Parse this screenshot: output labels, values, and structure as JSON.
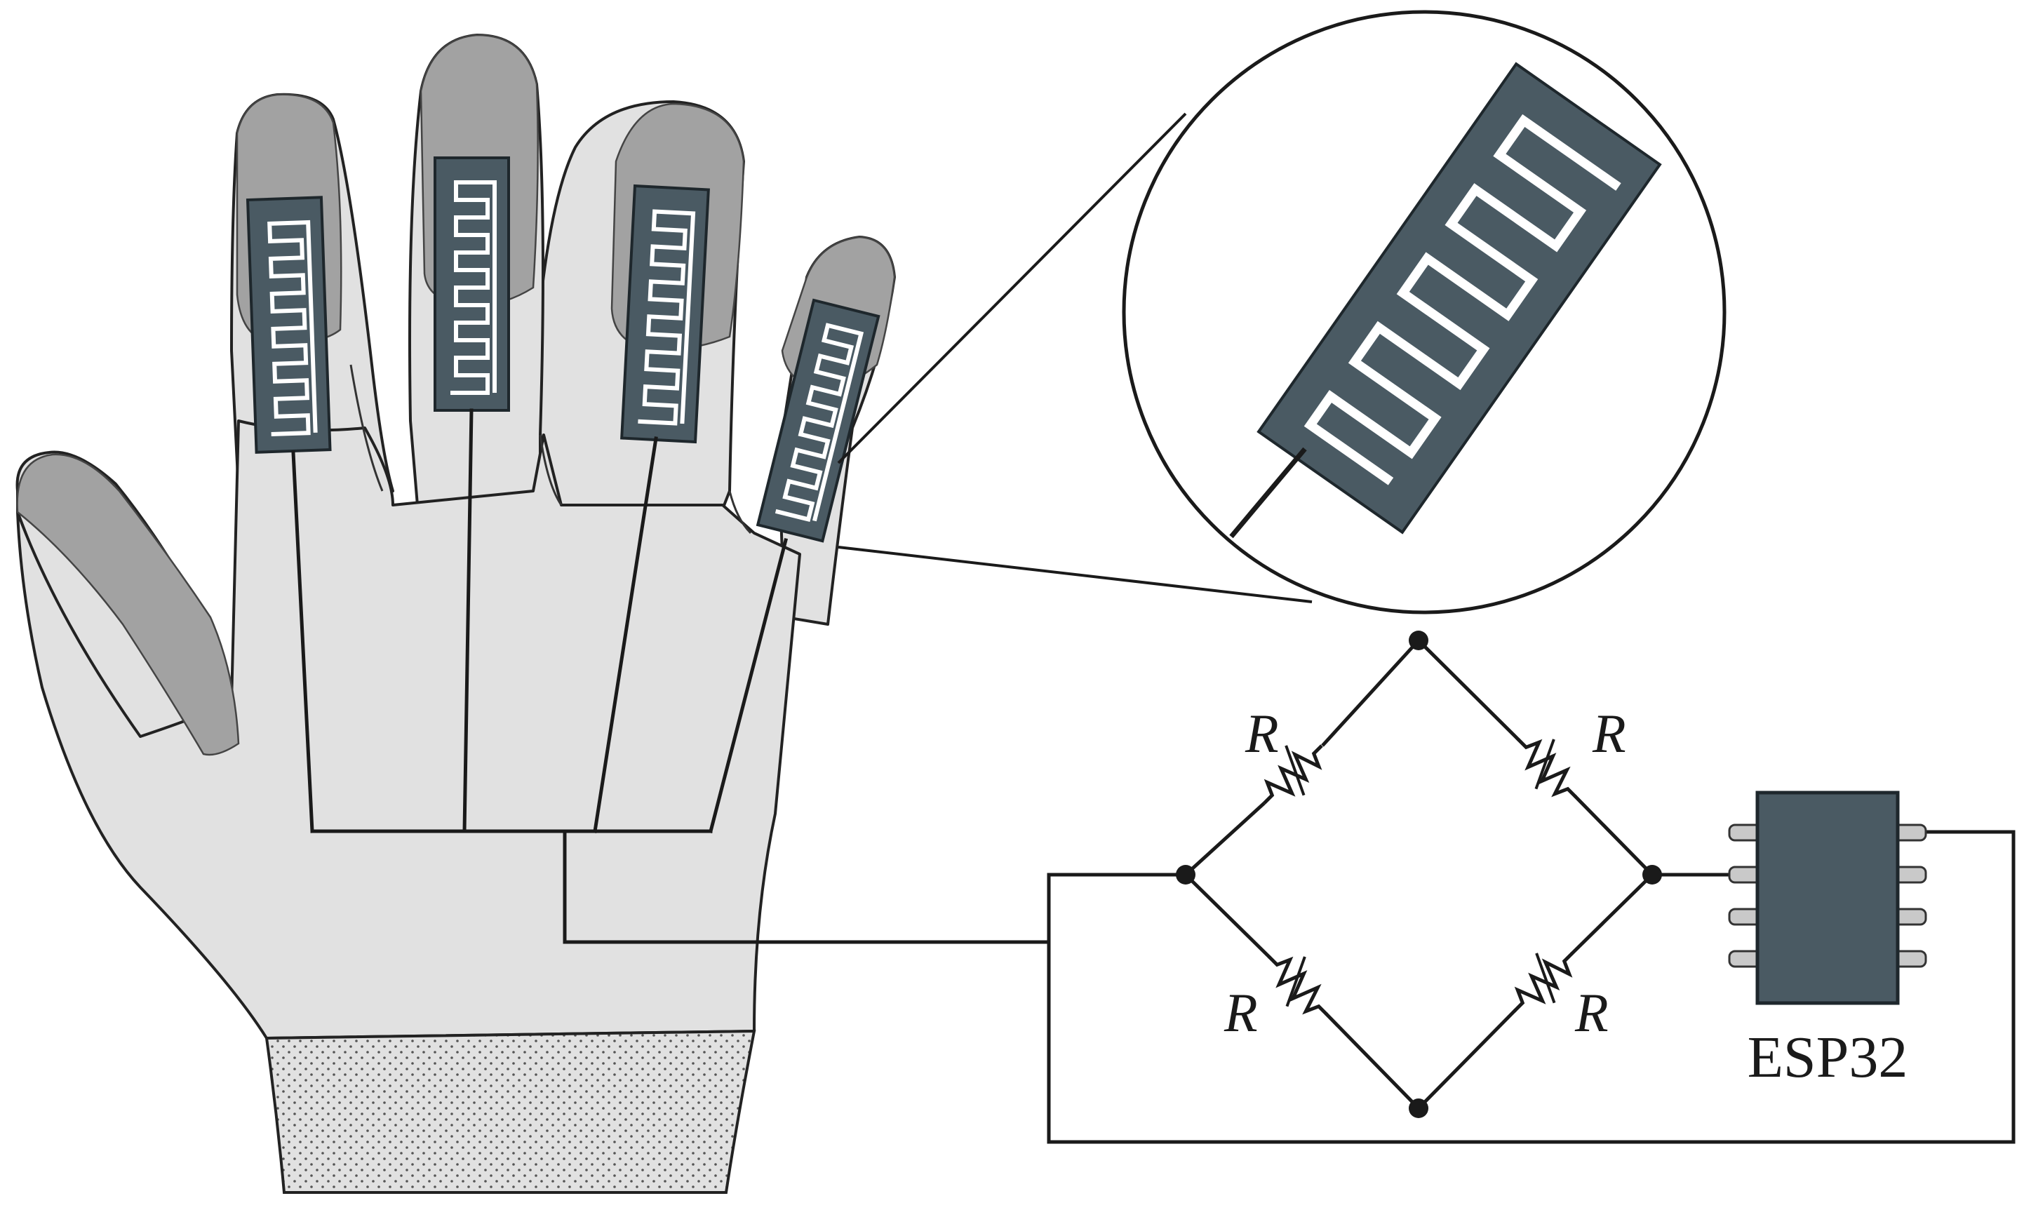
{
  "labels": {
    "resistor_top_left": "R",
    "resistor_top_right": "R",
    "resistor_bottom_left": "R",
    "resistor_bottom_right": "R",
    "microcontroller": "ESP32"
  },
  "components": {
    "gauges": [
      "index-finger",
      "middle-finger",
      "ring-finger",
      "little-finger"
    ],
    "bridge_resistor_count": 4,
    "chip_pins_per_side": 4
  },
  "colors": {
    "glove": "#e1e1e1",
    "fingertip": "#a2a2a2",
    "sensor": "#4a5a63",
    "wire": "#1a1a1a"
  }
}
